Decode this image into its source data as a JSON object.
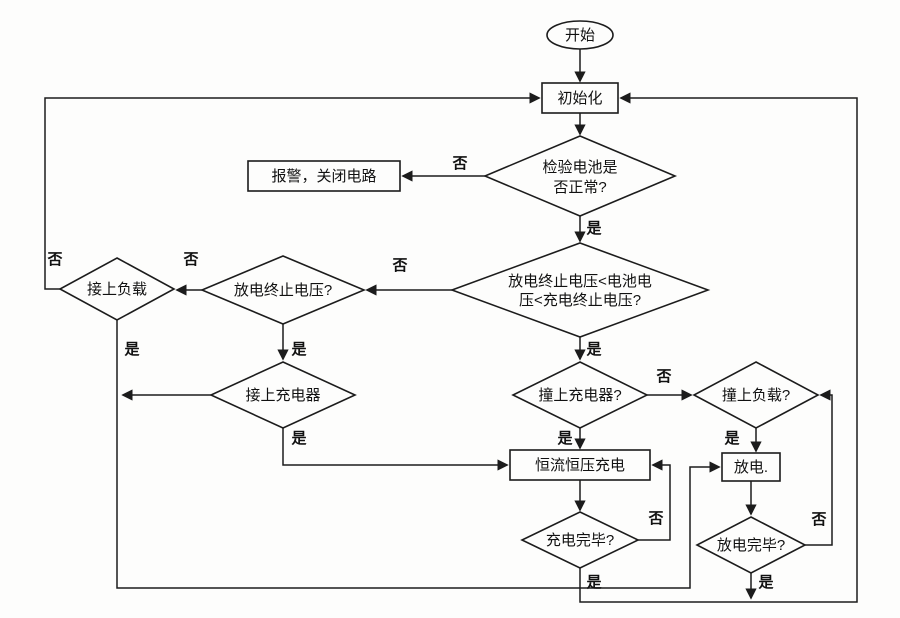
{
  "diagram": {
    "type": "flowchart",
    "title": "battery-charge-discharge-control-flowchart",
    "colors": {
      "stroke": "#1c1c1c",
      "background": "#fdfdfc",
      "text": "#111111"
    },
    "nodes": {
      "start": {
        "shape": "terminator",
        "label": "开始"
      },
      "init": {
        "shape": "process",
        "label": "初始化"
      },
      "check_battery": {
        "shape": "decision",
        "label_line1": "检验电池是",
        "label_line2": "否正常?"
      },
      "alarm": {
        "shape": "process",
        "label": "报警，关闭电路"
      },
      "voltage_window": {
        "shape": "decision",
        "label_line1": "放电终止电压<电池电",
        "label_line2": "压<充电终止电压?"
      },
      "discharge_end": {
        "shape": "decision",
        "label": "放电终止电压?"
      },
      "connect_load": {
        "shape": "decision",
        "label": "接上负载"
      },
      "connect_charger": {
        "shape": "decision",
        "label": "接上充电器"
      },
      "charger_on": {
        "shape": "decision",
        "label": "撞上充电器?"
      },
      "load_on": {
        "shape": "decision",
        "label": "撞上负载?"
      },
      "cccv_charge": {
        "shape": "process",
        "label": "恒流恒压充电"
      },
      "discharge": {
        "shape": "process",
        "label": "放电."
      },
      "charge_done": {
        "shape": "decision",
        "label": "充电完毕?"
      },
      "discharge_done": {
        "shape": "decision",
        "label": "放电完毕?"
      }
    },
    "edge_labels": {
      "yes": "是",
      "no": "否"
    }
  }
}
